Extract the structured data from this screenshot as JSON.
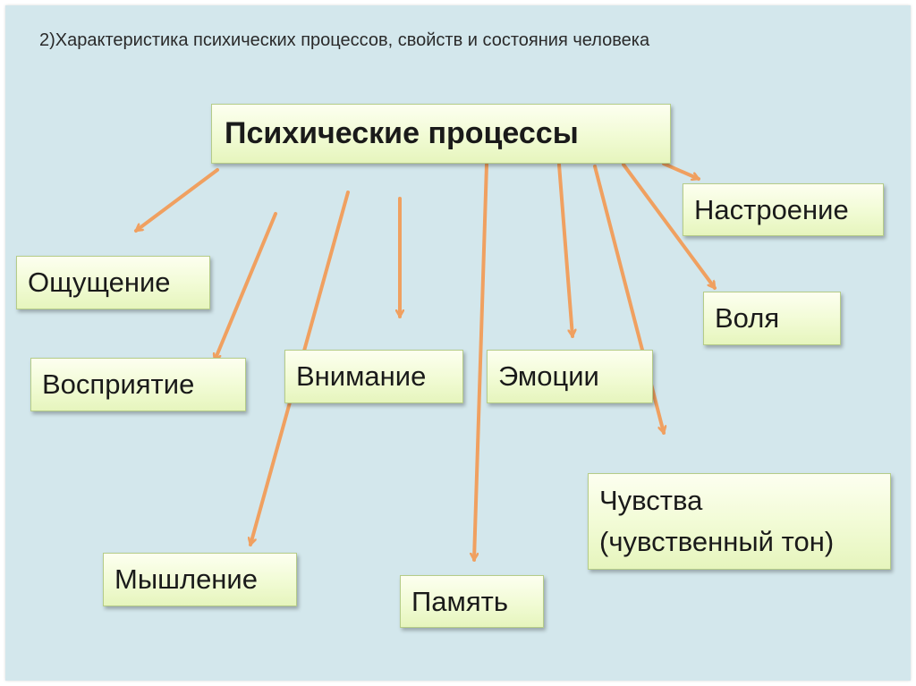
{
  "subtitle": "2)Характеристика психических процессов, свойств и состояния человека",
  "root": "Психические процессы",
  "nodes": {
    "nastroenie": "Настроение",
    "oshchushchenie": "Ощущение",
    "volya": "Воля",
    "vospriyatie": "Восприятие",
    "vnimanie": "Внимание",
    "emocii": "Эмоции",
    "chuvstva_line1": "Чувства",
    "chuvstva_line2": "(чувственный тон)",
    "myshlenie": "Мышление",
    "pamyat": "Память"
  },
  "colors": {
    "background": "#d3e7ec",
    "node_fill": "#f1fbd4",
    "arrow": "#f0a060"
  }
}
